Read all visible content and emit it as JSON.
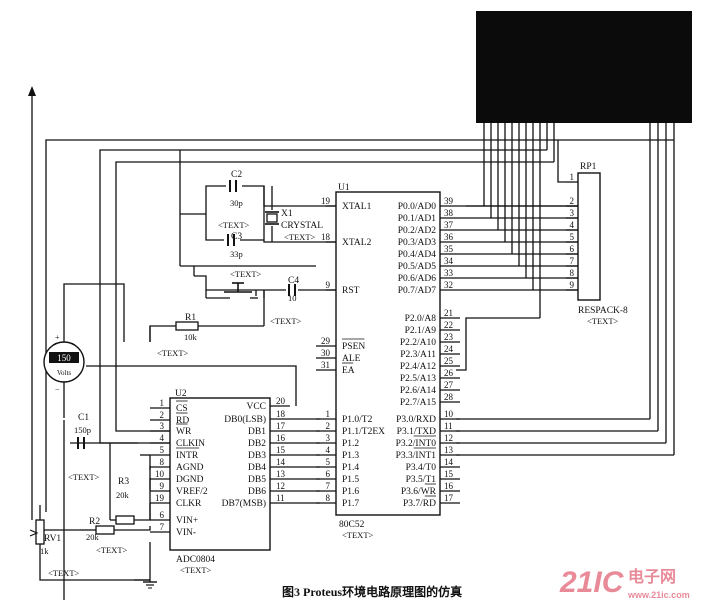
{
  "caption": "图3  Proteus环境电路原理图的仿真",
  "watermark": {
    "logo": "21IC",
    "cn": "电子网",
    "url": "www.21ic.com",
    "color": "#e98a99"
  },
  "u1": {
    "ref": "U1",
    "part": "80C52",
    "text": "<TEXT>",
    "left_pins": [
      {
        "num": "19",
        "name": "XTAL1"
      },
      {
        "num": "18",
        "name": "XTAL2"
      },
      {
        "num": "9",
        "name": "RST"
      },
      {
        "num": "29",
        "name": "PSEN"
      },
      {
        "num": "30",
        "name": "ALE"
      },
      {
        "num": "31",
        "name": "EA"
      },
      {
        "num": "1",
        "name": "P1.0/T2"
      },
      {
        "num": "2",
        "name": "P1.1/T2EX"
      },
      {
        "num": "3",
        "name": "P1.2"
      },
      {
        "num": "4",
        "name": "P1.3"
      },
      {
        "num": "5",
        "name": "P1.4"
      },
      {
        "num": "6",
        "name": "P1.5"
      },
      {
        "num": "7",
        "name": "P1.6"
      },
      {
        "num": "8",
        "name": "P1.7"
      }
    ],
    "right_pins": [
      {
        "num": "39",
        "name": "P0.0/AD0"
      },
      {
        "num": "38",
        "name": "P0.1/AD1"
      },
      {
        "num": "37",
        "name": "P0.2/AD2"
      },
      {
        "num": "36",
        "name": "P0.3/AD3"
      },
      {
        "num": "35",
        "name": "P0.4/AD4"
      },
      {
        "num": "34",
        "name": "P0.5/AD5"
      },
      {
        "num": "33",
        "name": "P0.6/AD6"
      },
      {
        "num": "32",
        "name": "P0.7/AD7"
      },
      {
        "num": "21",
        "name": "P2.0/A8"
      },
      {
        "num": "22",
        "name": "P2.1/A9"
      },
      {
        "num": "23",
        "name": "P2.2/A10"
      },
      {
        "num": "24",
        "name": "P2.3/A11"
      },
      {
        "num": "25",
        "name": "P2.4/A12"
      },
      {
        "num": "26",
        "name": "P2.5/A13"
      },
      {
        "num": "27",
        "name": "P2.6/A14"
      },
      {
        "num": "28",
        "name": "P2.7/A15"
      },
      {
        "num": "10",
        "name": "P3.0/RXD"
      },
      {
        "num": "11",
        "name": "P3.1/TXD"
      },
      {
        "num": "12",
        "name": "P3.2/INT0"
      },
      {
        "num": "13",
        "name": "P3.3/INT1"
      },
      {
        "num": "14",
        "name": "P3.4/T0"
      },
      {
        "num": "15",
        "name": "P3.5/T1"
      },
      {
        "num": "16",
        "name": "P3.6/WR"
      },
      {
        "num": "17",
        "name": "P3.7/RD"
      }
    ]
  },
  "u2": {
    "ref": "U2",
    "part": "ADC0804",
    "text": "<TEXT>",
    "left_pins": [
      {
        "num": "1",
        "name": "CS"
      },
      {
        "num": "2",
        "name": "RD"
      },
      {
        "num": "3",
        "name": "WR"
      },
      {
        "num": "4",
        "name": "CLKIN"
      },
      {
        "num": "5",
        "name": "INTR"
      },
      {
        "num": "8",
        "name": "AGND"
      },
      {
        "num": "10",
        "name": "DGND"
      },
      {
        "num": "9",
        "name": "VREF/2"
      },
      {
        "num": "19",
        "name": "CLKR"
      },
      {
        "num": "6",
        "name": "VIN+"
      },
      {
        "num": "7",
        "name": "VIN-"
      }
    ],
    "right_pins": [
      {
        "num": "20",
        "name": "VCC"
      },
      {
        "num": "18",
        "name": "DB0(LSB)"
      },
      {
        "num": "17",
        "name": "DB1"
      },
      {
        "num": "16",
        "name": "DB2"
      },
      {
        "num": "15",
        "name": "DB3"
      },
      {
        "num": "14",
        "name": "DB4"
      },
      {
        "num": "13",
        "name": "DB5"
      },
      {
        "num": "12",
        "name": "DB6"
      },
      {
        "num": "11",
        "name": "DB7(MSB)"
      }
    ]
  },
  "rp1": {
    "ref": "RP1",
    "part": "RESPACK-8",
    "text": "<TEXT>",
    "pins": [
      "1",
      "2",
      "3",
      "4",
      "5",
      "6",
      "7",
      "8",
      "9"
    ]
  },
  "x1": {
    "ref": "X1",
    "part": "CRYSTAL",
    "text": "<TEXT>"
  },
  "c2": {
    "ref": "C2",
    "value": "30p",
    "text": "<TEXT>"
  },
  "c3": {
    "ref": "C3",
    "value": "33p"
  },
  "c4": {
    "ref": "C4",
    "value": "10"
  },
  "r1": {
    "ref": "R1",
    "value": "10k",
    "text": "<TEXT>"
  },
  "c1": {
    "ref": "C1",
    "value": "150p",
    "text": "<TEXT>"
  },
  "r3": {
    "ref": "R3",
    "value": "20k"
  },
  "r2": {
    "ref": "R2",
    "value": "20k",
    "text": "<TEXT>"
  },
  "rv1": {
    "ref": "RV1",
    "value": "1k",
    "text": "<TEXT>"
  },
  "switch": {
    "text": "<TEXT>"
  },
  "c4_text": "<TEXT>",
  "voltmeter": {
    "reading": "150",
    "unit": "Volts"
  }
}
